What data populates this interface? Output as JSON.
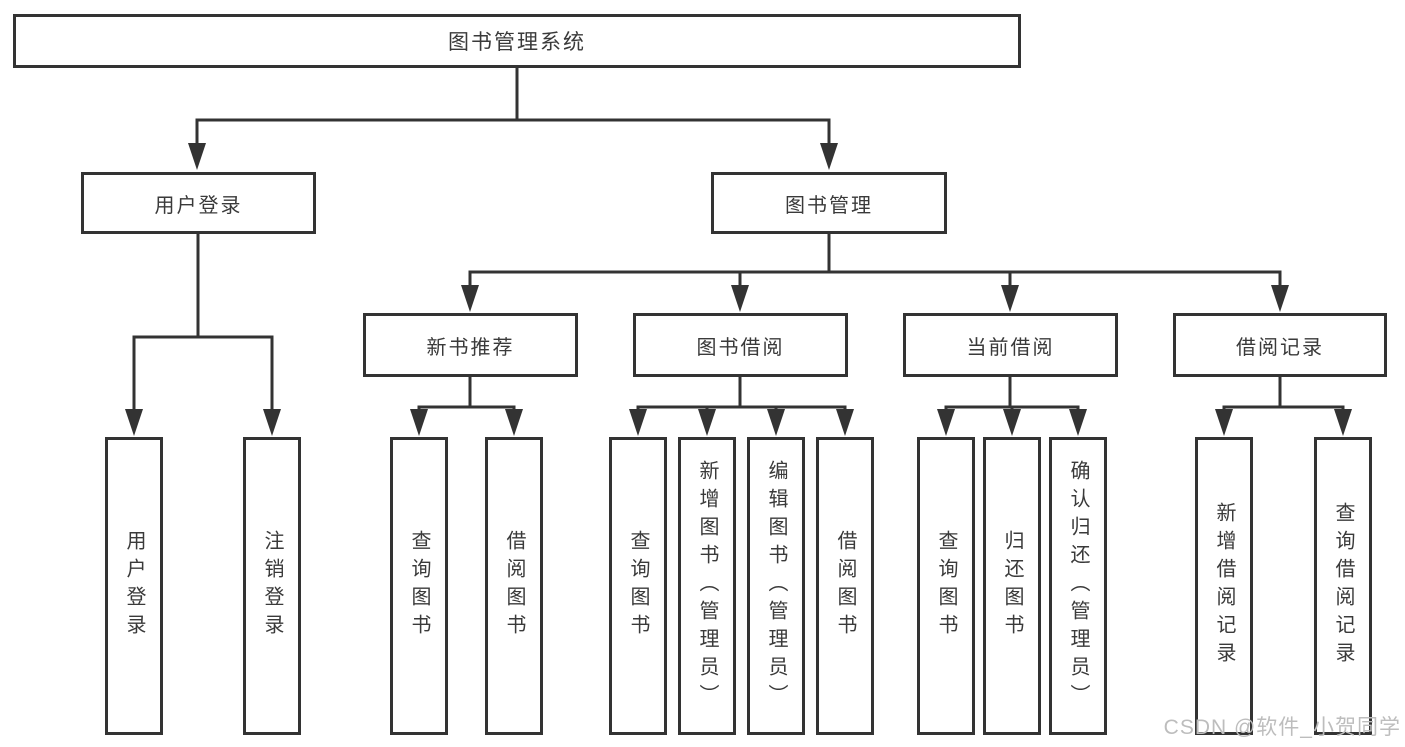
{
  "diagram": {
    "type": "tree",
    "title": "图书管理系统",
    "hierarchy": {
      "图书管理系统": {
        "用户登录": [
          "用户登录",
          "注销登录"
        ],
        "图书管理": {
          "新书推荐": [
            "查询图书",
            "借阅图书"
          ],
          "图书借阅": [
            "查询图书",
            "新增图书（管理员）",
            "编辑图书（管理员）",
            "借阅图书"
          ],
          "当前借阅": [
            "查询图书",
            "归还图书",
            "确认归还（管理员）"
          ],
          "借阅记录": [
            "新增借阅记录",
            "查询借阅记录"
          ]
        }
      }
    }
  },
  "nodes": {
    "root": "图书管理系统",
    "user_login": "用户登录",
    "book_mgmt": "图书管理",
    "new_book_rec": "新书推荐",
    "book_borrow": "图书借阅",
    "current_borrow": "当前借阅",
    "borrow_records": "借阅记录",
    "ul_user_login": "用户登录",
    "ul_logout": "注销登录",
    "nb_query_book": "查询图书",
    "nb_borrow_book": "借阅图书",
    "bb_query_book": "查询图书",
    "bb_add_book": "新增图书（管理员）",
    "bb_edit_book": "编辑图书（管理员）",
    "bb_borrow_book": "借阅图书",
    "cb_query_book": "查询图书",
    "cb_return_book": "归还图书",
    "cb_confirm_return": "确认归还（管理员）",
    "br_add_record": "新增借阅记录",
    "br_query_record": "查询借阅记录"
  },
  "watermark": "CSDN @软件_小贺同学",
  "colors": {
    "line": "#333333",
    "box_border": "#333333",
    "box_fill": "#ffffff",
    "background": "#ffffff",
    "text": "#3a3a3a",
    "watermark": "#bdbdbd"
  }
}
